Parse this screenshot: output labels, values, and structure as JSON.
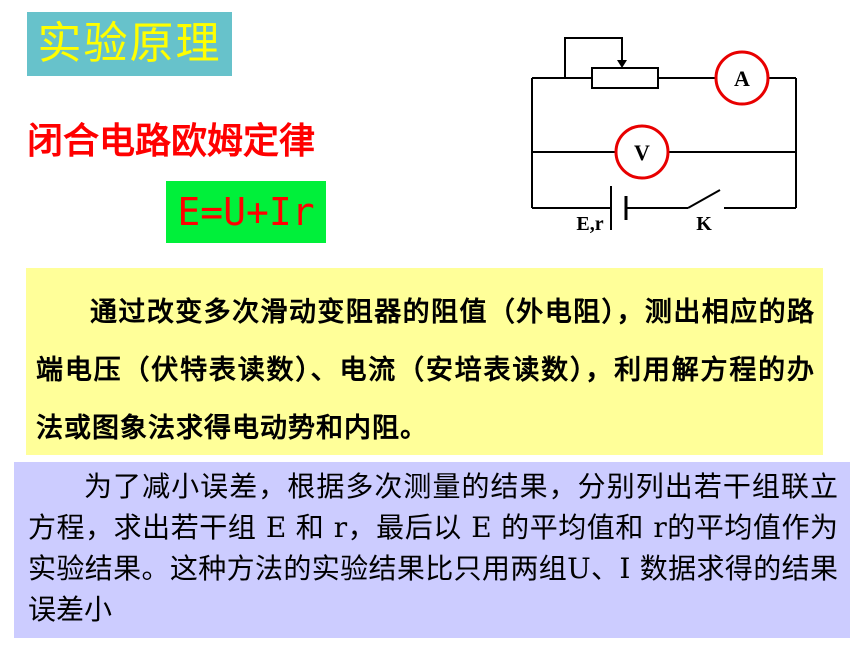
{
  "header": {
    "title": "实验原理"
  },
  "law": {
    "title": "闭合电路欧姆定律",
    "formula": "E=U+Ir"
  },
  "circuit": {
    "ammeter_label": "A",
    "voltmeter_label": "V",
    "source_label": "E,r",
    "switch_label": "K"
  },
  "principle": {
    "text": "通过改变多次滑动变阻器的阻值（外电阻），测出相应的路端电压（伏特表读数）、电流（安培表读数），利用解方程的办法或图象法求得电动势和内阻。"
  },
  "note": {
    "text": "为了减小误差，根据多次测量的结果，分别列出若干组联立方程，求出若干组 E 和 r，最后以 E 的平均值和 r的平均值作为实验结果。这种方法的实验结果比只用两组U、I 数据求得的结果误差小"
  }
}
